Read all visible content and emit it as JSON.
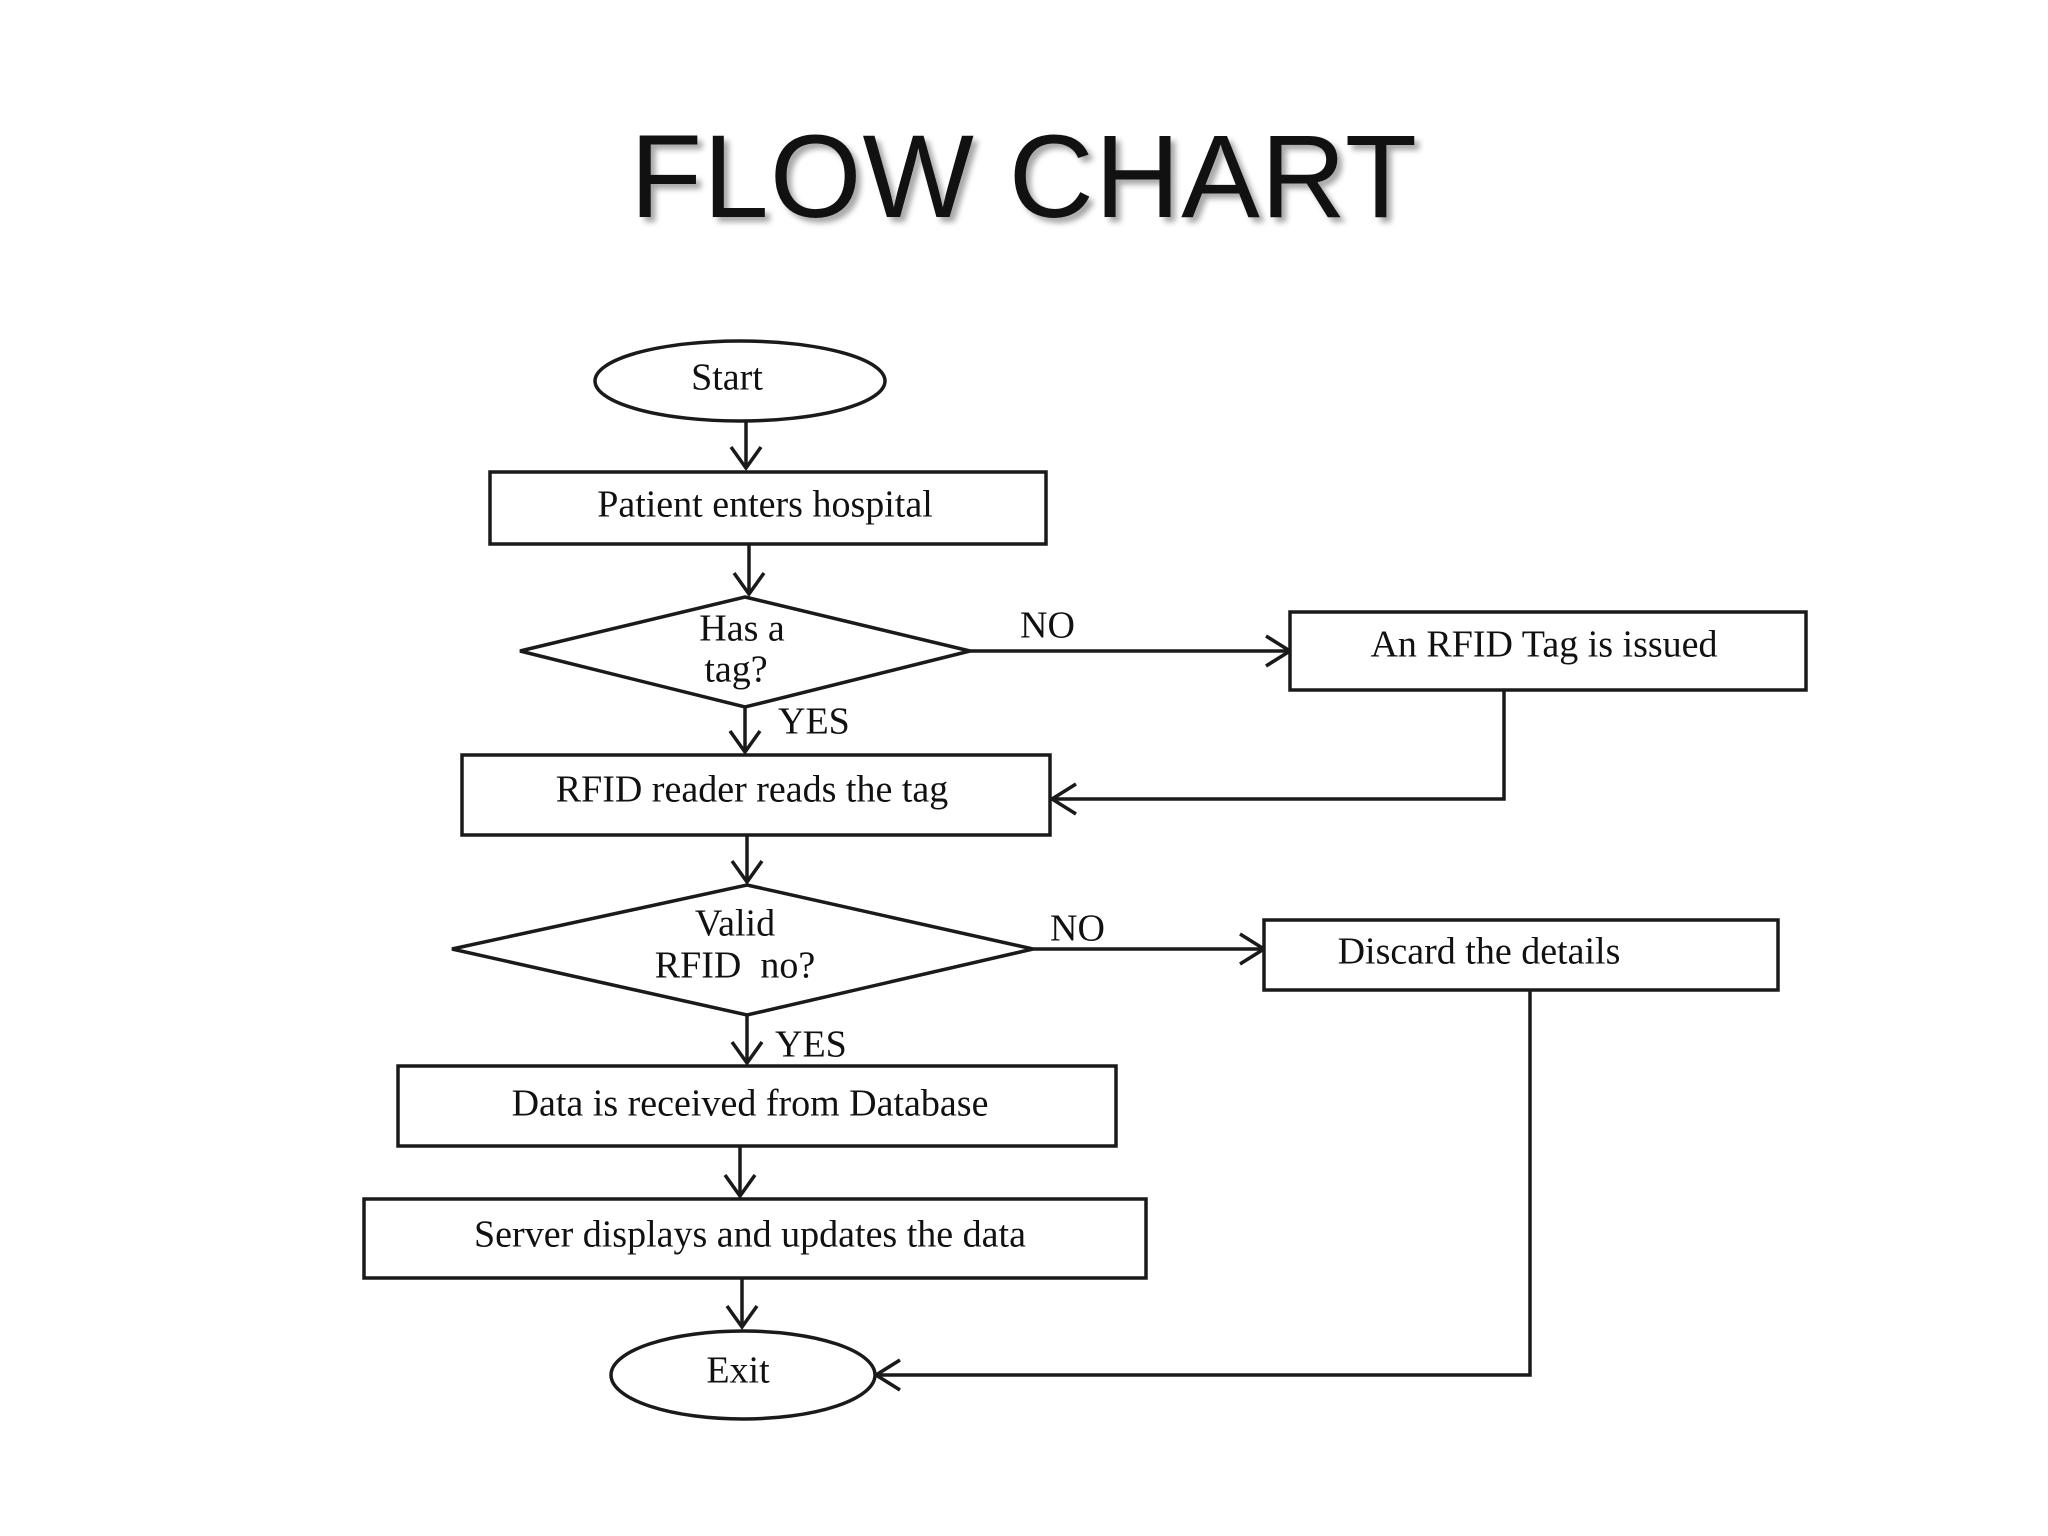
{
  "title": "FLOW CHART",
  "nodes": {
    "start": "Start",
    "patient_enters": "Patient enters hospital",
    "has_tag": [
      "Has a",
      "tag?"
    ],
    "tag_issued": "An RFID Tag is issued",
    "reader_reads": "RFID reader reads the tag",
    "valid_rfid": [
      "Valid",
      "RFID  no?"
    ],
    "discard": "Discard the details",
    "data_received": "Data is received from Database",
    "server_displays": "Server displays and updates the data",
    "exit": "Exit"
  },
  "edges": {
    "has_tag_no": "NO",
    "has_tag_yes": "YES",
    "valid_no": "NO",
    "valid_yes": "YES"
  }
}
